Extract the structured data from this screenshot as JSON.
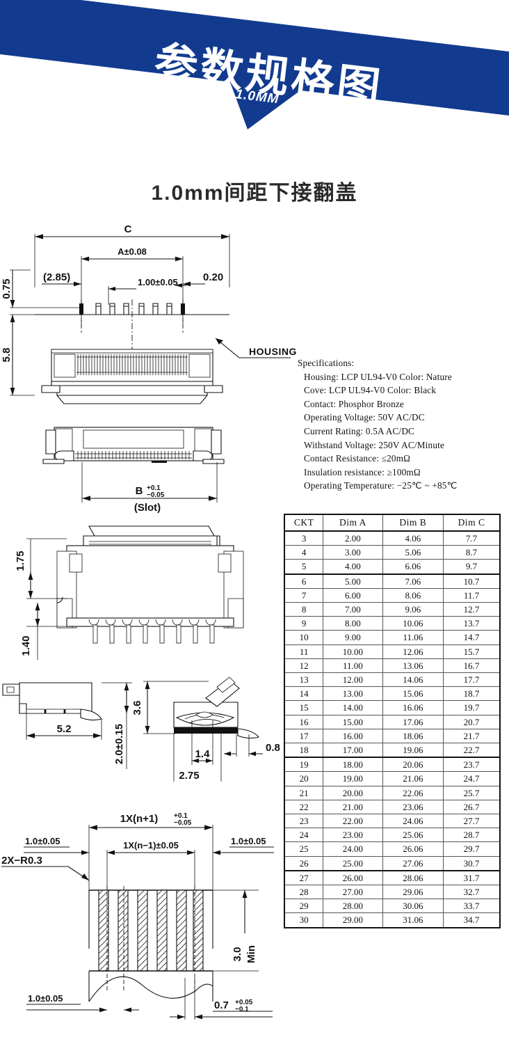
{
  "banner": {
    "title": "参数规格图",
    "subtitle": "1.0MM",
    "color": "#123b8f"
  },
  "page_title": "1.0mm间距下接翻盖",
  "drawings": {
    "top_view": {
      "dim_c": "C",
      "dim_a": "A±0.08",
      "dim_285": "(2.85)",
      "dim_pitch": "1.00±0.05",
      "dim_020": "0.20",
      "dim_075": "0.75",
      "dim_58": "5.8",
      "callout_housing": "HOUSING"
    },
    "slot_view": {
      "dim_b": "B",
      "dim_b_upper": "+0.1",
      "dim_b_lower": "−0.05",
      "label_slot": "(Slot)"
    },
    "side_view": {
      "dim_175": "1.75",
      "dim_140": "1.40"
    },
    "detail_view": {
      "dim_52": "5.2",
      "dim_20": "2.0±0.15",
      "dim_36": "3.6",
      "dim_14": "1.4",
      "dim_275": "2.75",
      "dim_08": "0.8"
    },
    "footprint": {
      "dim_np1": "1X(n+1)",
      "dim_np1_upper": "+0.1",
      "dim_np1_lower": "−0.05",
      "dim_nm1": "1X(n−1)±0.05",
      "dim_left": "1.0±0.05",
      "dim_right": "1.0±0.05",
      "dim_radius": "2X−R0.3",
      "dim_30": "3.0",
      "dim_min": "Min",
      "dim_bottom_left": "1.0±0.05",
      "dim_07": "0.7",
      "dim_07_upper": "+0.05",
      "dim_07_lower": "−0.1"
    }
  },
  "specifications": {
    "heading": "Specifications:",
    "lines": [
      "Housing: LCP UL94-V0 Color: Nature",
      "Cove: LCP UL94-V0 Color: Black",
      "Contact: Phosphor Bronze",
      "Operating Voltage: 50V AC/DC",
      "Current Rating: 0.5A AC/DC",
      "Withstand Voltage: 250V AC/Minute",
      "Contact Resistance: ≤20mΩ",
      "Insulation resistance: ≥100mΩ",
      "Operating Temperature: −25℃ ~ +85℃"
    ]
  },
  "dimension_table": {
    "headers": [
      "CKT",
      "Dim A",
      "Dim B",
      "Dim C"
    ],
    "rows": [
      [
        "3",
        "2.00",
        "4.06",
        "7.7"
      ],
      [
        "4",
        "3.00",
        "5.06",
        "8.7"
      ],
      [
        "5",
        "4.00",
        "6.06",
        "9.7"
      ],
      [
        "6",
        "5.00",
        "7.06",
        "10.7"
      ],
      [
        "7",
        "6.00",
        "8.06",
        "11.7"
      ],
      [
        "8",
        "7.00",
        "9.06",
        "12.7"
      ],
      [
        "9",
        "8.00",
        "10.06",
        "13.7"
      ],
      [
        "10",
        "9.00",
        "11.06",
        "14.7"
      ],
      [
        "11",
        "10.00",
        "12.06",
        "15.7"
      ],
      [
        "12",
        "11.00",
        "13.06",
        "16.7"
      ],
      [
        "13",
        "12.00",
        "14.06",
        "17.7"
      ],
      [
        "14",
        "13.00",
        "15.06",
        "18.7"
      ],
      [
        "15",
        "14.00",
        "16.06",
        "19.7"
      ],
      [
        "16",
        "15.00",
        "17.06",
        "20.7"
      ],
      [
        "17",
        "16.00",
        "18.06",
        "21.7"
      ],
      [
        "18",
        "17.00",
        "19.06",
        "22.7"
      ],
      [
        "19",
        "18.00",
        "20.06",
        "23.7"
      ],
      [
        "20",
        "19.00",
        "21.06",
        "24.7"
      ],
      [
        "21",
        "20.00",
        "22.06",
        "25.7"
      ],
      [
        "22",
        "21.00",
        "23.06",
        "26.7"
      ],
      [
        "23",
        "22.00",
        "24.06",
        "27.7"
      ],
      [
        "24",
        "23.00",
        "25.06",
        "28.7"
      ],
      [
        "25",
        "24.00",
        "26.06",
        "29.7"
      ],
      [
        "26",
        "25.00",
        "27.06",
        "30.7"
      ],
      [
        "27",
        "26.00",
        "28.06",
        "31.7"
      ],
      [
        "28",
        "27.00",
        "29.06",
        "32.7"
      ],
      [
        "29",
        "28.00",
        "30.06",
        "33.7"
      ],
      [
        "30",
        "29.00",
        "31.06",
        "34.7"
      ]
    ],
    "group_break_after": [
      2,
      15,
      23
    ]
  }
}
